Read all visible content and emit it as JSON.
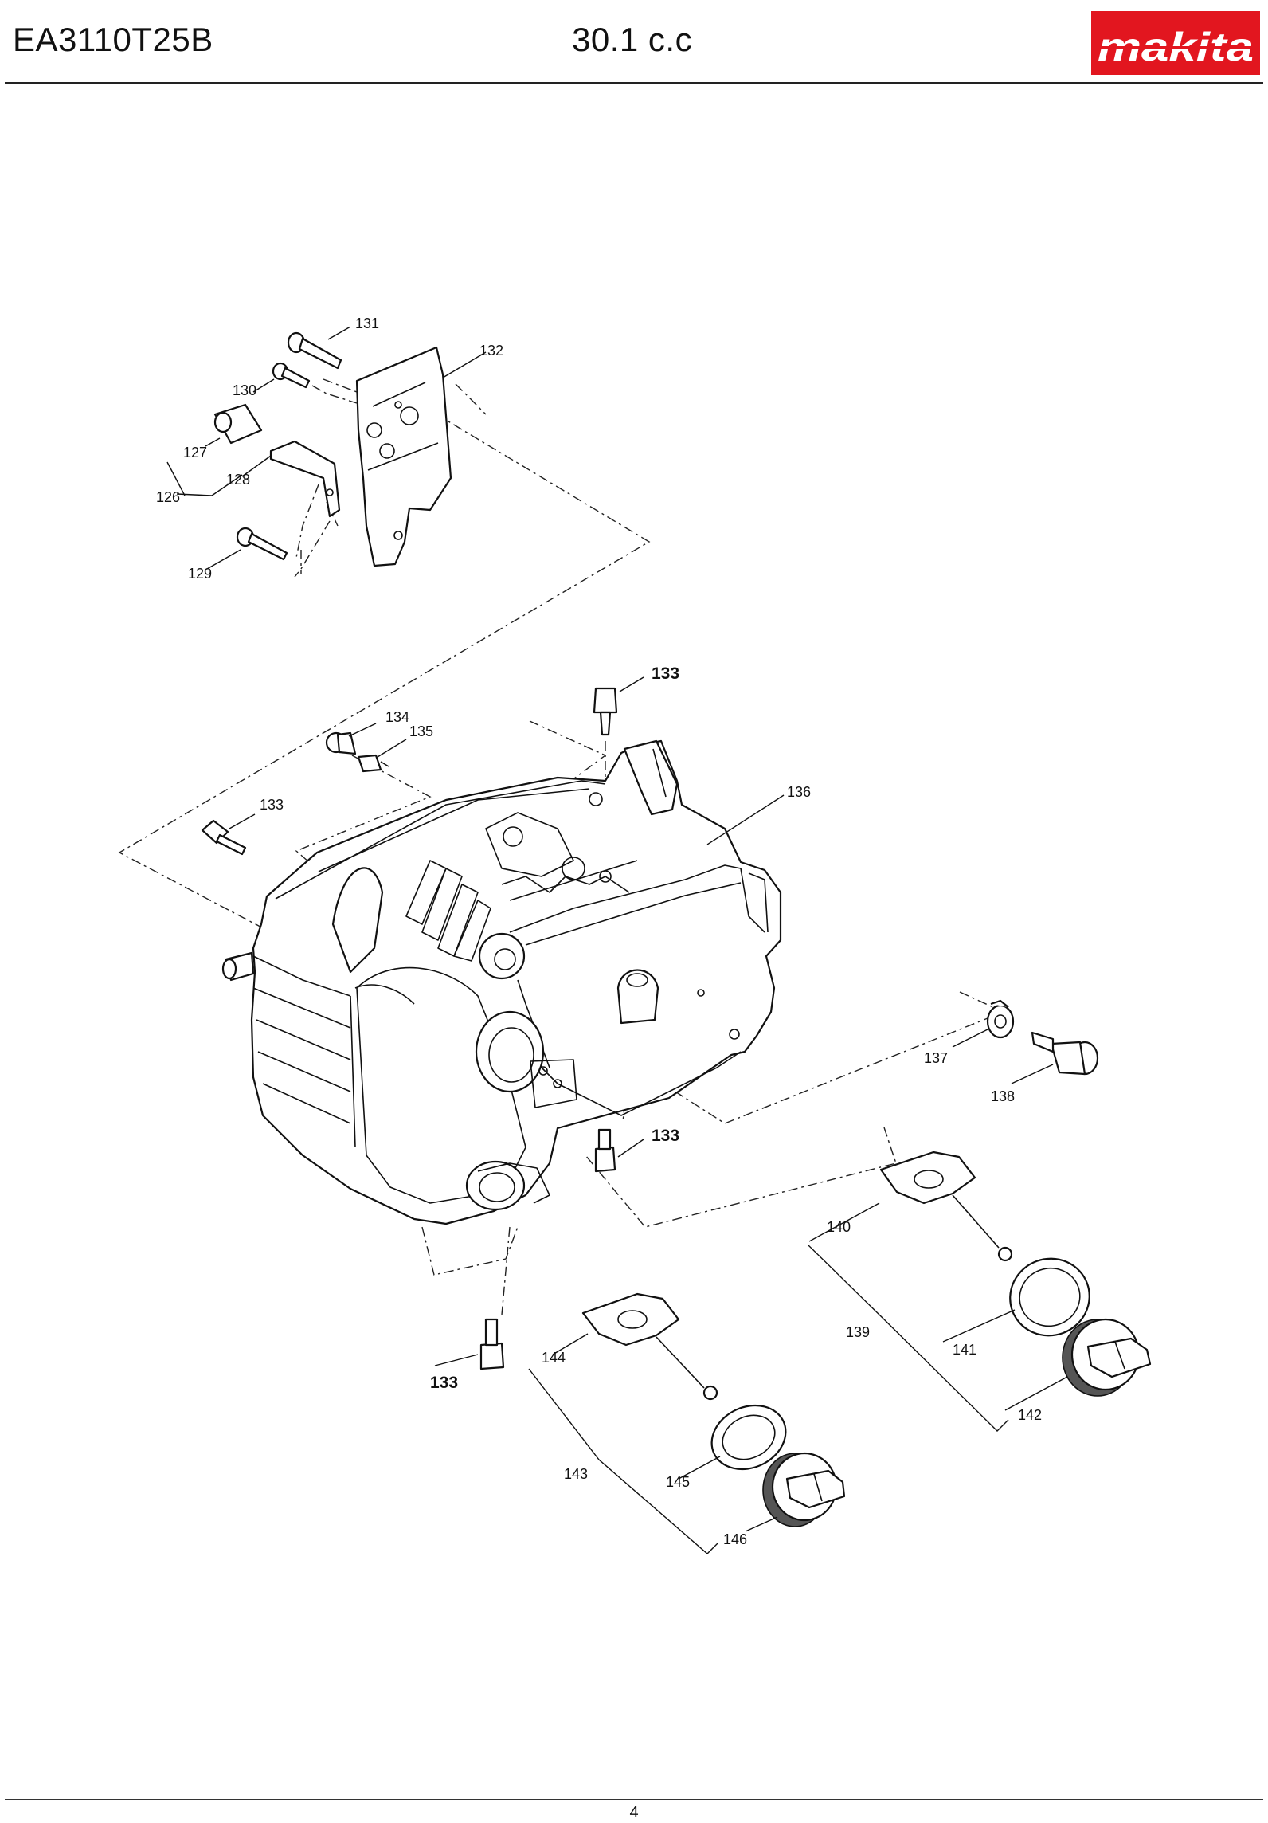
{
  "header": {
    "model": "EA3110T25B",
    "displacement": "30.1 c.c",
    "brand": "makita",
    "brand_color": "#e2161f"
  },
  "footer": {
    "page_number": "4"
  },
  "diagram": {
    "labels": {
      "p126": "126",
      "p127": "127",
      "p128": "128",
      "p129": "129",
      "p130": "130",
      "p131": "131",
      "p132": "132",
      "p133a": "133",
      "p133b": "133",
      "p133c": "133",
      "p133d": "133",
      "p134": "134",
      "p135": "135",
      "p136": "136",
      "p137": "137",
      "p138": "138",
      "p139": "139",
      "p140": "140",
      "p141": "141",
      "p142": "142",
      "p143": "143",
      "p144": "144",
      "p145": "145",
      "p146": "146"
    }
  }
}
